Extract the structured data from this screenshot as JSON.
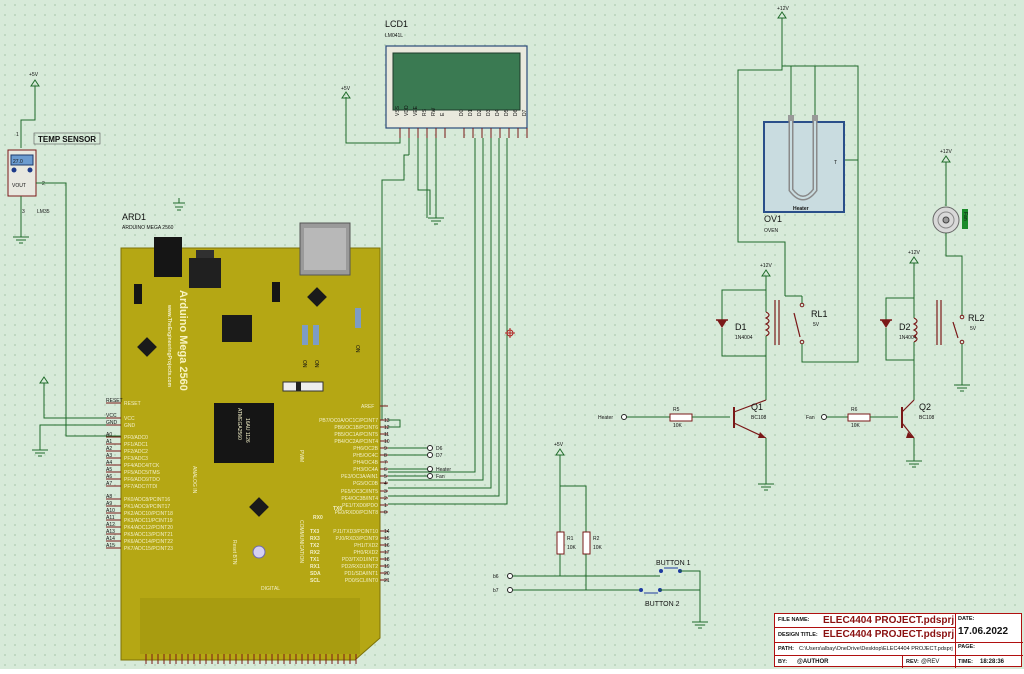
{
  "lcd": {
    "ref": "LCD1",
    "model": "LM041L",
    "pins": [
      "VSS",
      "VDD",
      "VEE",
      "RS",
      "RW",
      "E",
      "D0",
      "D1",
      "D2",
      "D3",
      "D4",
      "D5",
      "D6",
      "D7"
    ]
  },
  "supplies": {
    "plus5": "+5V",
    "plus12": "+12V"
  },
  "temp_sensor": {
    "tag": "TEMP SENSOR",
    "value": "27.0",
    "out": "VOUT",
    "part": "LM35",
    "pin1": "1",
    "pin2": "2",
    "pin3": "3"
  },
  "arduino": {
    "ref": "ARD1",
    "part": "ARDUINO MEGA 2560",
    "board_title": "Arduino Mega 2560",
    "url": "www.TheEngineeringProjects.com",
    "chip_top": "ATMEGA2560",
    "chip_sub": "16AU 1126",
    "on_label": "ON",
    "reset_btn": "Reset BTN",
    "sections": {
      "analog": "ANALOG IN",
      "pwm": "PWM",
      "comm": "COMMUNICATION",
      "digital": "DIGITAL"
    },
    "left_pins": [
      "RESET",
      "VCC",
      "GND",
      "A0",
      "A1",
      "A2",
      "A3",
      "A4",
      "A5",
      "A6",
      "A7",
      "A8",
      "A9",
      "A10",
      "A11",
      "A12",
      "A13",
      "A14",
      "A15"
    ],
    "left_pin_names": [
      "PF0/ADC0",
      "PF1/ADC1",
      "PF2/ADC2",
      "PF3/ADC3",
      "PF4/ADC4/TCK",
      "PF5/ADC5/TMS",
      "PF6/ADC6/TDO",
      "PF7/ADC7/TDI",
      "PK0/ADC8/PCINT16",
      "PK1/ADC9/PCINT17",
      "PK2/ADC10/PCINT18",
      "PK3/ADC11/PCINT19",
      "PK4/ADC12/PCINT20",
      "PK5/ADC13/PCINT21",
      "PK6/ADC14/PCINT22",
      "PK7/ADC15/PCINT23"
    ],
    "aref": "AREF",
    "right_pins": [
      "13",
      "12",
      "11",
      "10",
      "9",
      "8",
      "7",
      "6",
      "5",
      "4",
      "3",
      "2",
      "1",
      "0"
    ],
    "right_pin_names": [
      "PB7/OC0A/OC1C/PCINT7",
      "PB6/OC1B/PCINT6",
      "PB5/OC1A/PCINT5",
      "PB4/OC2A/PCINT4",
      "PH6/OC2B",
      "PH5/OC4C",
      "PH4/OC4B",
      "PH3/OC4A",
      "PE3/OC3A/AIN1",
      "PG5/OC0B",
      "PE5/OC3C/INT5",
      "PE4/OC3B/INT4",
      "PE1/TXD0/PDO",
      "PE0/RXD0/PCINT8"
    ],
    "comm_pins": [
      "14",
      "15",
      "16",
      "17",
      "18",
      "19",
      "20",
      "21"
    ],
    "comm_names": [
      "PJ1/TXD3/PCINT10",
      "PJ0/RXD3/PCINT9",
      "PH1/TXD2",
      "PH0/RXD2",
      "PD3/TXD1/INT3",
      "PD2/RXD1/INT2",
      "PD1/SDA/INT1",
      "PD0/SCL/INT0"
    ],
    "comm_tags": [
      "TX3",
      "RX3",
      "TX2",
      "RX2",
      "TX1",
      "RX1",
      "SDA",
      "SCL"
    ],
    "tx0": "TX0",
    "rx0": "RX0"
  },
  "net_labels": {
    "d6": "D6",
    "d7": "D7",
    "heater": "Heater",
    "fan": "Fan",
    "b6": "b6",
    "b7": "b7"
  },
  "oven": {
    "ref": "OV1",
    "part": "OVEN",
    "heater_label": "Heater",
    "t_pin": "T"
  },
  "fan_motor": {
    "tag": "Fan"
  },
  "relays": [
    {
      "ref": "RL1",
      "value": "5V"
    },
    {
      "ref": "RL2",
      "value": "5V"
    }
  ],
  "diodes": [
    {
      "ref": "D1",
      "value": "1N4004"
    },
    {
      "ref": "D2",
      "value": "1N4004"
    }
  ],
  "transistors": [
    {
      "ref": "Q1",
      "value": "BC108"
    },
    {
      "ref": "Q2",
      "value": "BC108"
    }
  ],
  "resistors": [
    {
      "ref": "R5",
      "value": "10K"
    },
    {
      "ref": "R6",
      "value": "10K"
    },
    {
      "ref": "R1",
      "value": "10K"
    },
    {
      "ref": "R2",
      "value": "10K"
    }
  ],
  "buttons": [
    {
      "ref": "BUTTON 1"
    },
    {
      "ref": "BUTTON 2"
    }
  ],
  "title_block": {
    "file_name_k": "FILE NAME:",
    "file_name_v": "ELEC4404 PROJECT.pdsprj",
    "design_title_k": "DESIGN TITLE:",
    "design_title_v": "ELEC4404 PROJECT.pdsprj",
    "path_k": "PATH:",
    "path_v": "C:\\Users\\albay\\OneDrive\\Desktop\\ELEC4404 PROJECT.pdsprj",
    "by_k": "BY:",
    "by_v": "@AUTHOR",
    "date_k": "DATE:",
    "date_v": "17.06.2022",
    "page_k": "PAGE:",
    "page_v": "",
    "rev_k": "REV:",
    "rev_v": "@REV",
    "time_k": "TIME:",
    "time_v": "18:28:36"
  },
  "colors": {
    "background": "#d7ead9",
    "wire": "#1f6b2a",
    "board": "#b5a714",
    "component": "#7a1818",
    "lcd_screen": "#3a7a52"
  }
}
